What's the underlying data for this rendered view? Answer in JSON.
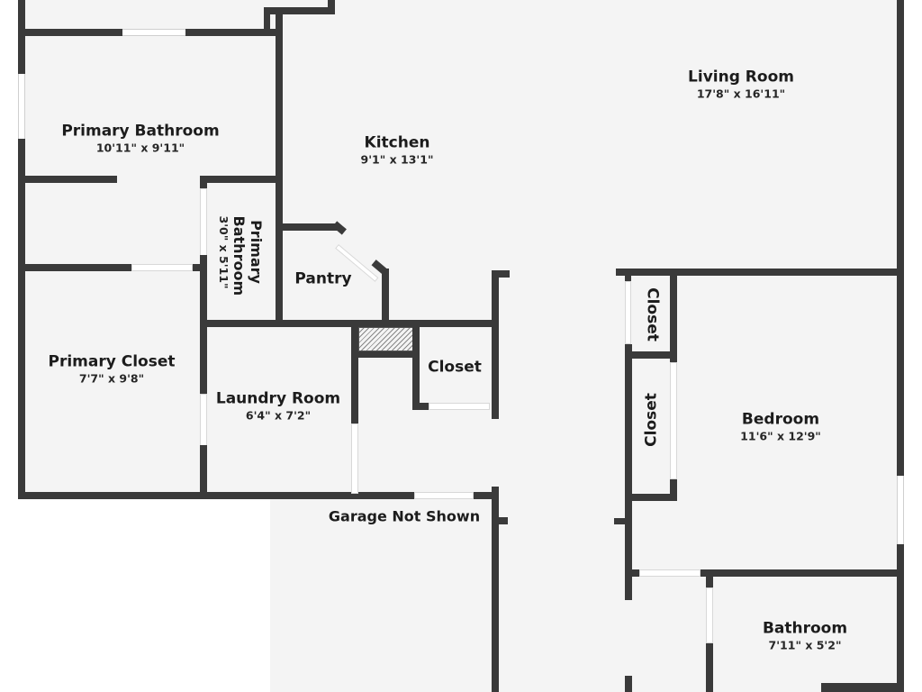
{
  "floor_plan": {
    "colors": {
      "wall": "#3a3a3a",
      "floor": "#f4f4f4",
      "background": "#ffffff",
      "text": "#1c1c1c"
    },
    "rooms": [
      {
        "name": "Living Room",
        "dimensions": "17'8\" x 16'11\""
      },
      {
        "name": "Kitchen",
        "dimensions": "9'1\" x 13'1\""
      },
      {
        "name": "Primary Bathroom",
        "dimensions": "10'11\" x 9'11\""
      },
      {
        "name": "Primary Bathroom",
        "dimensions": "3'0\" x 5'11\""
      },
      {
        "name": "Pantry",
        "dimensions": ""
      },
      {
        "name": "Primary Closet",
        "dimensions": "7'7\" x 9'8\""
      },
      {
        "name": "Laundry Room",
        "dimensions": "6'4\" x 7'2\""
      },
      {
        "name": "Closet",
        "dimensions": ""
      },
      {
        "name": "Closet",
        "dimensions": ""
      },
      {
        "name": "Closet",
        "dimensions": ""
      },
      {
        "name": "Bedroom",
        "dimensions": "11'6\" x 12'9\""
      },
      {
        "name": "Bathroom",
        "dimensions": "7'11\" x 5'2\""
      }
    ],
    "notes": [
      {
        "text": "Garage Not Shown"
      }
    ]
  }
}
